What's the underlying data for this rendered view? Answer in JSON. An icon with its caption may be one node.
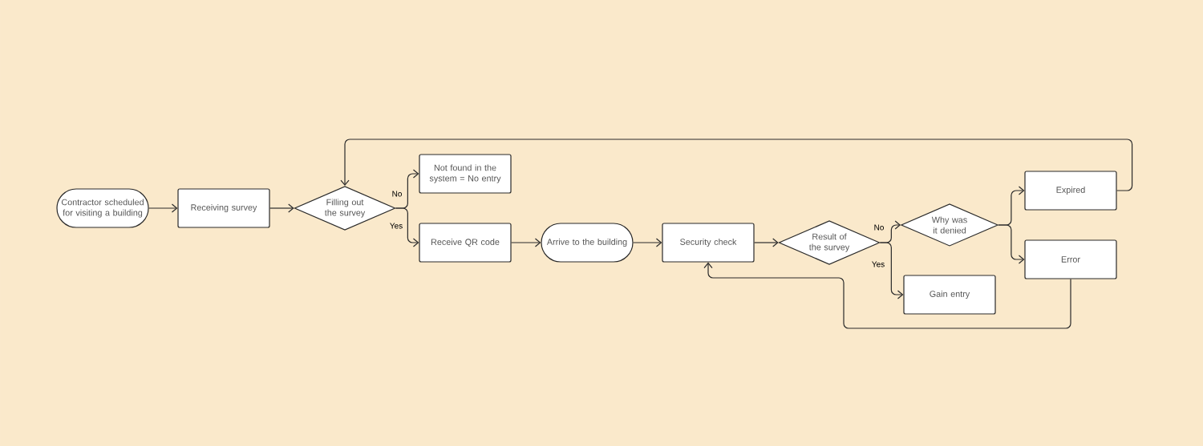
{
  "diagram": {
    "nodes": [
      {
        "text": [
          "Contractor scheduled for visiting a building"
        ]
      },
      {
        "text": [
          "Receiving survey"
        ]
      },
      {
        "text": [
          "Filling out the survey"
        ]
      },
      {
        "text": [
          "Not found in the system = No entry"
        ]
      },
      {
        "text": [
          "Receive QR code"
        ]
      },
      {
        "text": [
          "Arrive  to the building"
        ]
      },
      {
        "text": [
          "Security check"
        ]
      },
      {
        "text": [
          "Result of the survey"
        ]
      },
      {
        "text": [
          "Why was it denied"
        ]
      },
      {
        "text": [
          "Gain entry"
        ]
      },
      {
        "text": [
          "Expired"
        ]
      },
      {
        "text": [
          "Error"
        ]
      }
    ],
    "edges": [
      {
        "from": 0,
        "to": 1,
        "arrow": "to"
      },
      {
        "from": 1,
        "to": 2,
        "arrow": "to"
      },
      {
        "from": 2,
        "to": 3,
        "arrow": "to",
        "label": "No"
      },
      {
        "from": 2,
        "to": 4,
        "arrow": "to",
        "label": "Yes"
      },
      {
        "from": 4,
        "to": 5,
        "arrow": "to"
      },
      {
        "from": 5,
        "to": 6,
        "arrow": "to"
      },
      {
        "from": 6,
        "to": 7,
        "arrow": "to"
      },
      {
        "from": 7,
        "to": 8,
        "arrow": "to",
        "label": "No"
      },
      {
        "from": 7,
        "to": 9,
        "arrow": "to",
        "label": "Yes"
      },
      {
        "from": 8,
        "to": 10,
        "arrow": "to"
      },
      {
        "from": 8,
        "to": 11,
        "arrow": "to"
      },
      {
        "from": 10,
        "to": 2,
        "arrow": "to"
      },
      {
        "from": 11,
        "to": 6,
        "arrow": "to"
      }
    ]
  }
}
